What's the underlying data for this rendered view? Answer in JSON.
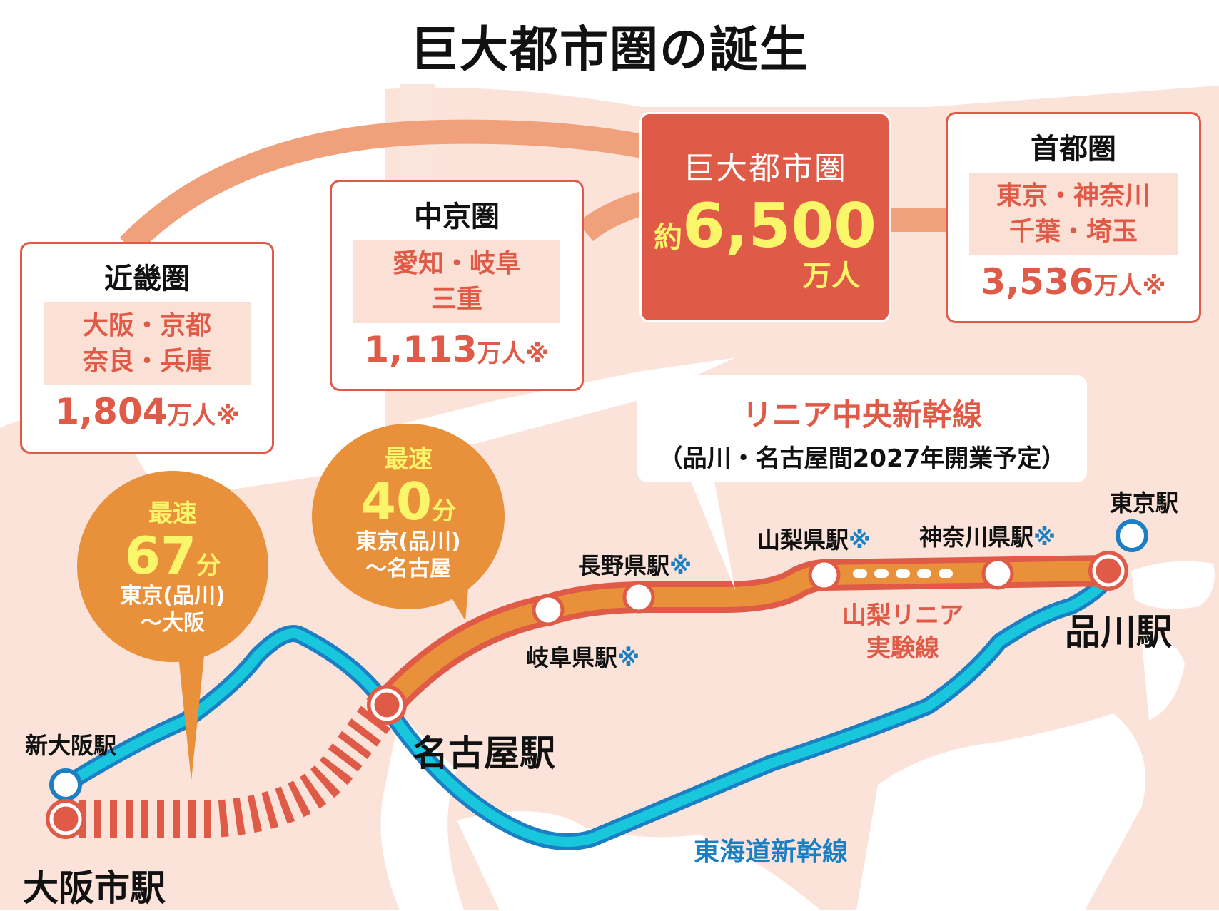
{
  "title": "巨大都市圏の誕生",
  "colors": {
    "accent_red": "#e05a48",
    "orange_line": "#e9913a",
    "bubble_orange": "#e9913a",
    "highlight_yellow": "#fbf56a",
    "map_pink": "#fbe3da",
    "arc_salmon": "#f0a07a",
    "tokaido_cyan": "#19c7dc",
    "tokaido_outline": "#1b7fc4"
  },
  "regions": [
    {
      "name": "近畿圏",
      "prefs_line1": "大阪・京都",
      "prefs_line2": "奈良・兵庫",
      "population": "1,804",
      "unit": "万人※"
    },
    {
      "name": "中京圏",
      "prefs_line1": "愛知・岐阜",
      "prefs_line2": "三重",
      "population": "1,113",
      "unit": "万人※"
    },
    {
      "name": "首都圏",
      "prefs_line1": "東京・神奈川",
      "prefs_line2": "千葉・埼玉",
      "population": "3,536",
      "unit": "万人※"
    }
  ],
  "megaregion": {
    "name": "巨大都市圏",
    "prefix": "約",
    "population": "6,500",
    "unit": "万人"
  },
  "linear_callout": {
    "title": "リニア中央新幹線",
    "subtitle": "（品川・名古屋間2027年開業予定）"
  },
  "bubbles": [
    {
      "label": "最速",
      "minutes": "67",
      "unit": "分",
      "route_line1": "東京(品川)",
      "route_line2": "～大阪"
    },
    {
      "label": "最速",
      "minutes": "40",
      "unit": "分",
      "route_line1": "東京(品川)",
      "route_line2": "～名古屋"
    }
  ],
  "stations": {
    "osaka_city": "大阪市駅",
    "shin_osaka": "新大阪駅",
    "nagoya": "名古屋駅",
    "gifu": "岐阜県駅",
    "nagano": "長野県駅",
    "yamanashi": "山梨県駅",
    "kanagawa": "神奈川県駅",
    "shinagawa": "品川駅",
    "tokyo": "東京駅",
    "note_mark": "※"
  },
  "lines": {
    "yamanashi_test_line1": "山梨リニア",
    "yamanashi_test_line2": "実験線",
    "tokaido": "東海道新幹線"
  }
}
